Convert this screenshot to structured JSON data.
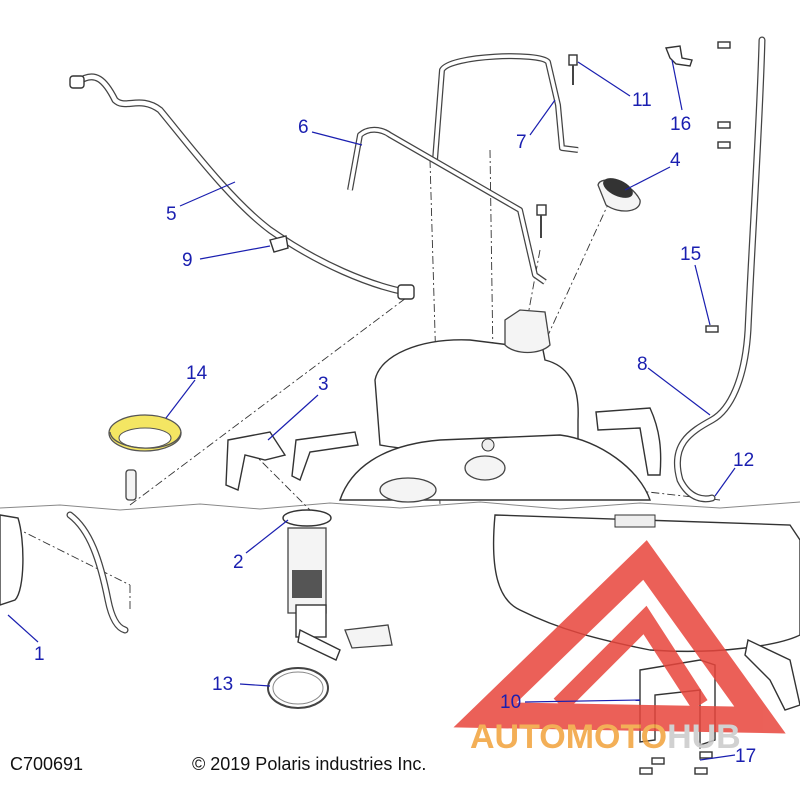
{
  "diagram": {
    "part_numbers": [
      "1",
      "2",
      "3",
      "4",
      "5",
      "6",
      "7",
      "8",
      "9",
      "10",
      "11",
      "12",
      "13",
      "14",
      "15",
      "16",
      "17"
    ]
  },
  "footer": {
    "code": "C700691",
    "copyright": "© 2019 Polaris industries Inc."
  },
  "watermark": {
    "brand": "AUTOMOTOHUB",
    "colors": {
      "triangle": "#e8453c",
      "text": "#f2a23a",
      "text_dark": "#c9c9c9"
    }
  },
  "colors": {
    "callout": "#1a1fb0",
    "line": "#333333"
  }
}
